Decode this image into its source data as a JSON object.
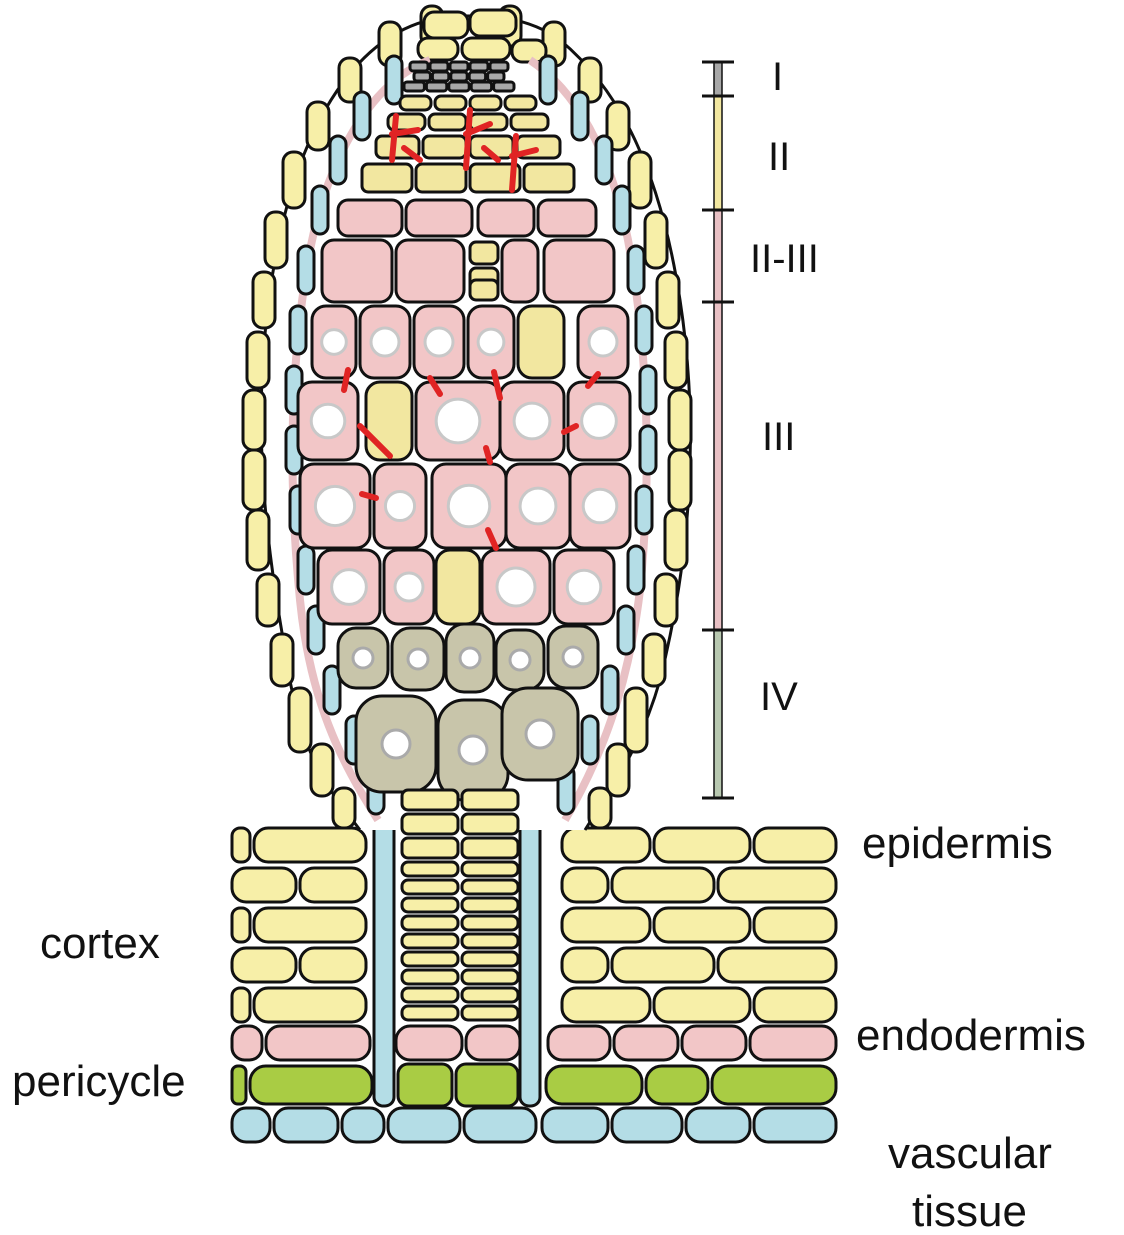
{
  "labels": {
    "epidermis": "epidermis",
    "cortex": "cortex",
    "endodermis": "endodermis",
    "pericycle": "pericycle",
    "vascular_line1": "vascular",
    "vascular_line2": "tissue"
  },
  "stages": [
    "I",
    "II",
    "II-III",
    "III",
    "IV"
  ],
  "colors": {
    "epidermis": "#f7efa8",
    "endodermis": "#f2c6c7",
    "pericycle": "#a9cc44",
    "vascular": "#b4dde6",
    "stage_I": "#a8a8a8",
    "stage_II": "#f2e7a0",
    "stage_III": "#e8c0c4",
    "stage_IV": "#b8c8b0",
    "dead_cell": "#c8c5aa",
    "division_plane": "#e02424",
    "outline": "#111111"
  }
}
